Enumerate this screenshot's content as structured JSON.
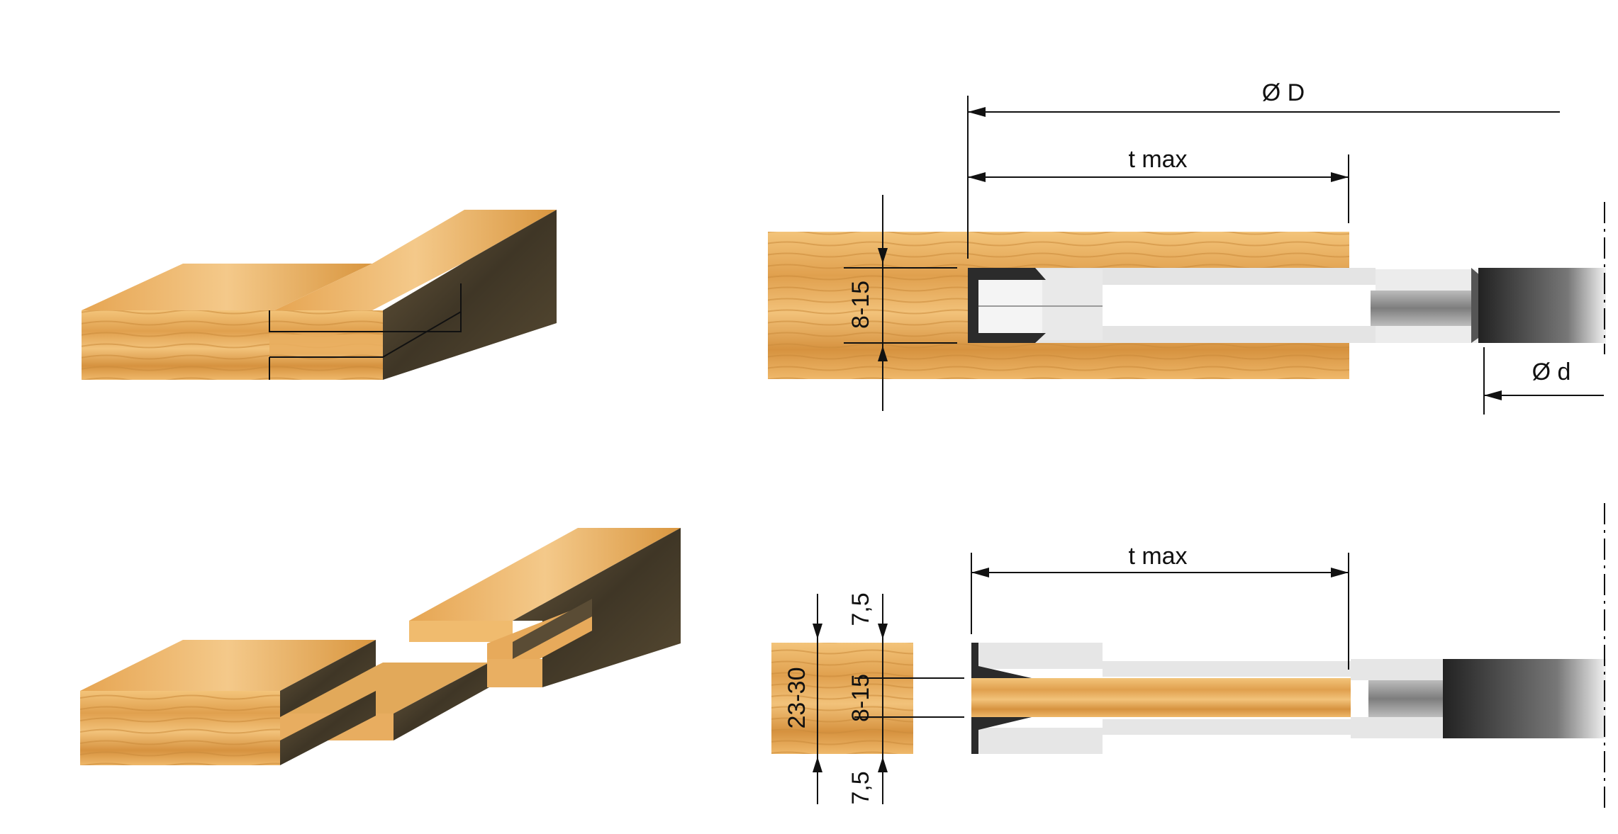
{
  "labels": {
    "outer_diameter": "Ø D",
    "bore_diameter": "Ø d",
    "depth_top": "t max",
    "depth_bottom": "t max",
    "groove_width_top": "8-15",
    "groove_width_bottom": "8-15",
    "stock_thickness": "23-30",
    "offset_upper": "7,5",
    "offset_lower": "7,5"
  },
  "colors": {
    "wood_light": "#f0b96a",
    "wood_mid": "#d99a4a",
    "wood_dark": "#b8742c",
    "end_grain": "#4a4030",
    "cutter_body": "#e6e6e6",
    "cutter_tip": "#2b2b2b",
    "hub": "#8f8f8f"
  }
}
